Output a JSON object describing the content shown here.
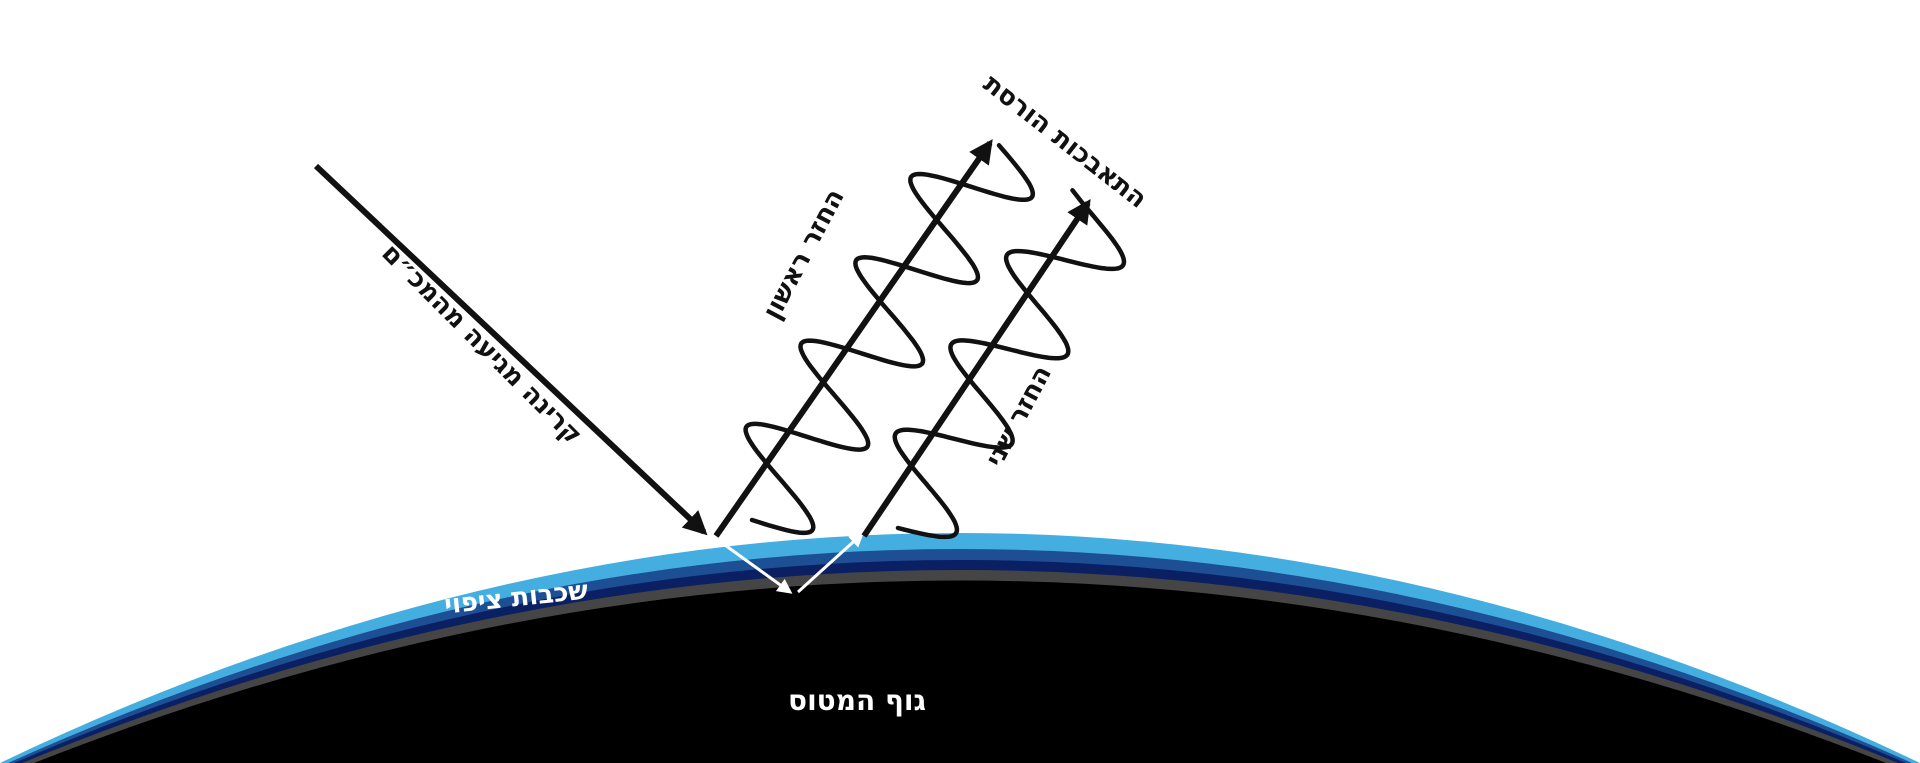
{
  "labels": {
    "incoming_ray": "קרינה מגיעה מהמכ״ם",
    "first_reflection": "החזר ראשון",
    "second_reflection": "החזר שני",
    "destructive_interference": "התאבכות הורסת",
    "coating_layers": "שכבות ציפוי",
    "aircraft_body": "גוף המטוס"
  },
  "colors": {
    "background": "#ffffff",
    "ink": "#111111",
    "coating_outer": "#45aee0",
    "coating_mid": "#1d4f94",
    "coating_inner": "#0b1f63",
    "coating_gray": "#454545",
    "body": "#000000",
    "internal_rays": "#ffffff"
  }
}
